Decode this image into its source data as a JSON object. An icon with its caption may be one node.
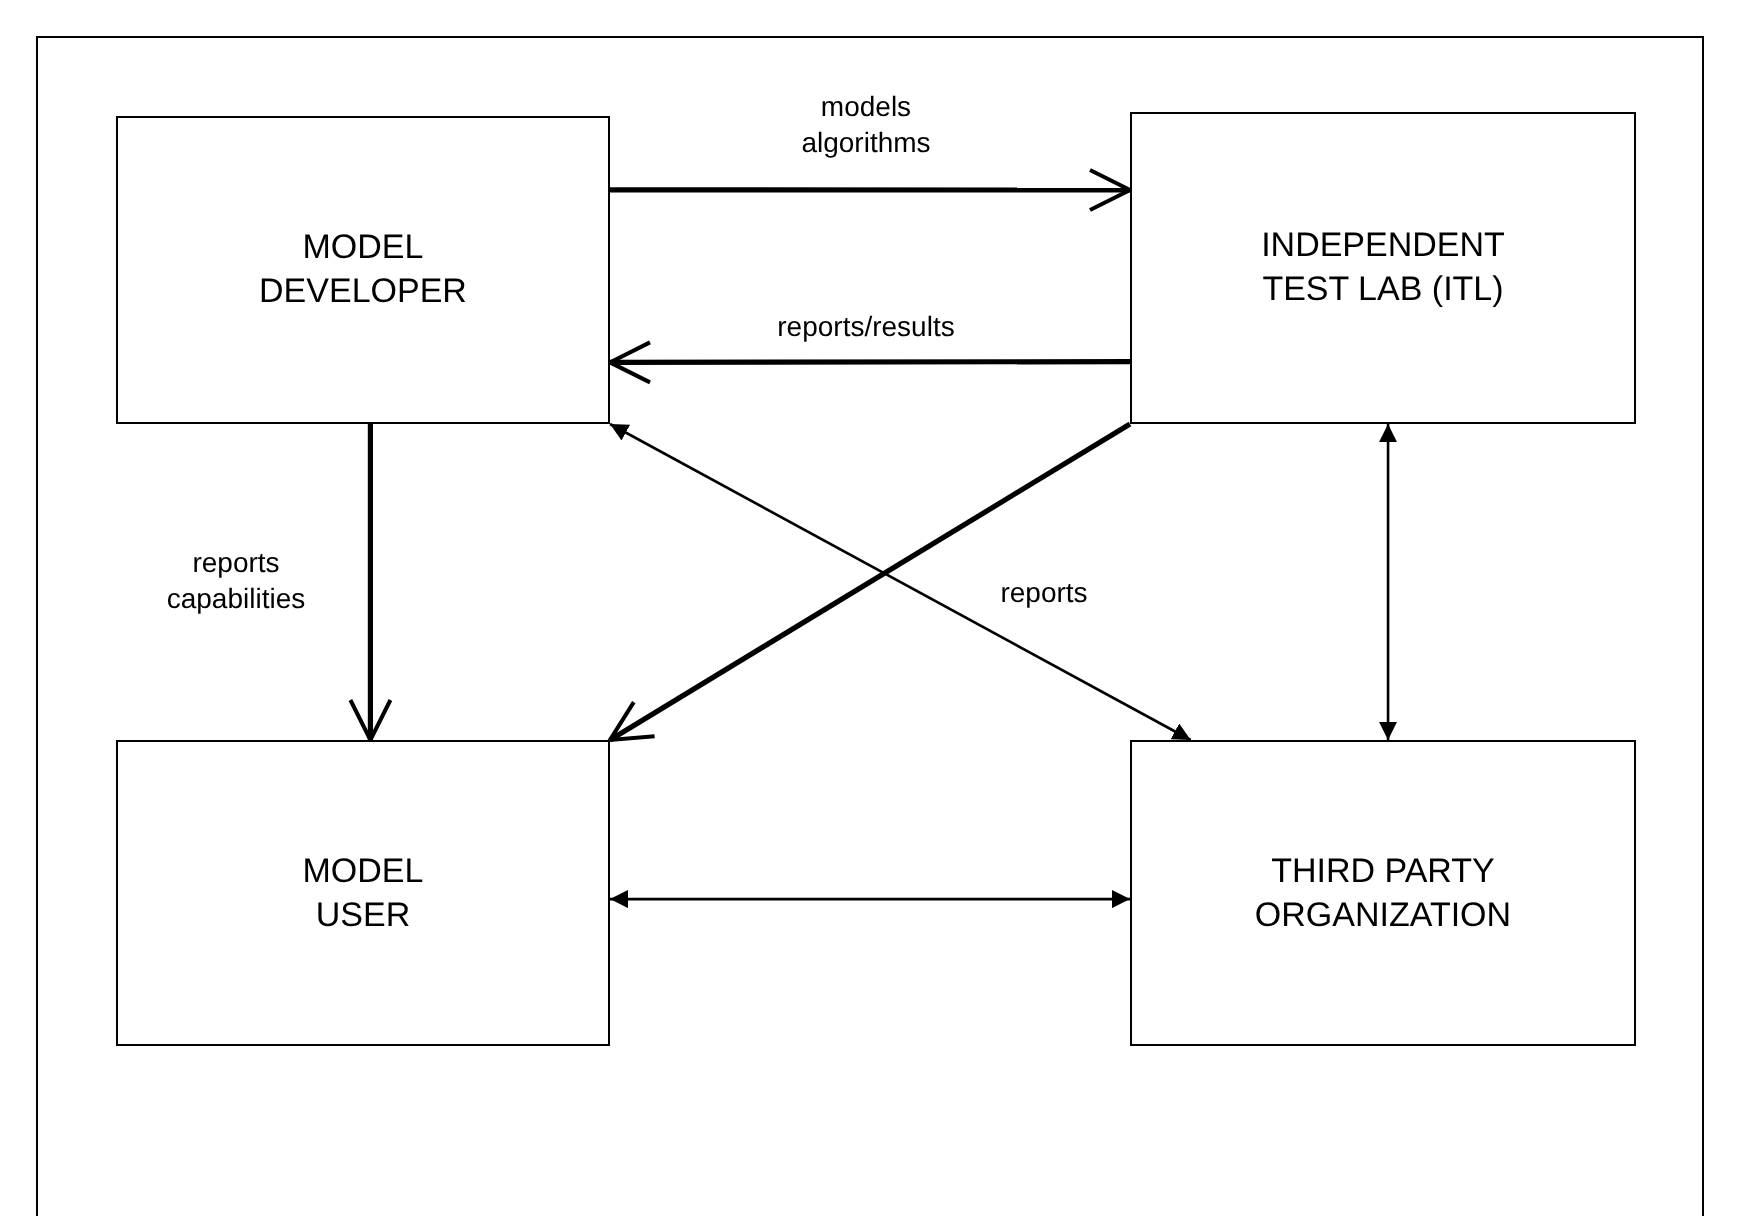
{
  "diagram": {
    "nodes": [
      {
        "text": [
          "MODEL DEVELOPER"
        ]
      },
      {
        "text": [
          "INDEPENDENT TEST LAB (ITL)"
        ]
      },
      {
        "text": [
          "MODEL USER"
        ]
      },
      {
        "text": [
          "THIRD PARTY ORGANIZATION"
        ]
      }
    ],
    "edges": [
      {
        "from": 0,
        "to": 1,
        "arrow": "to",
        "label": "models algorithms"
      },
      {
        "from": 1,
        "to": 0,
        "arrow": "to",
        "label": "reports/results"
      },
      {
        "from": 0,
        "to": 2,
        "arrow": "to",
        "label": "reports capabilities"
      },
      {
        "from": 1,
        "to": 2,
        "arrow": "to",
        "label": "reports"
      },
      {
        "from": 0,
        "to": 3,
        "arrow": "both"
      },
      {
        "from": 1,
        "to": 3,
        "arrow": "both"
      },
      {
        "from": 2,
        "to": 3,
        "arrow": "both"
      }
    ]
  }
}
